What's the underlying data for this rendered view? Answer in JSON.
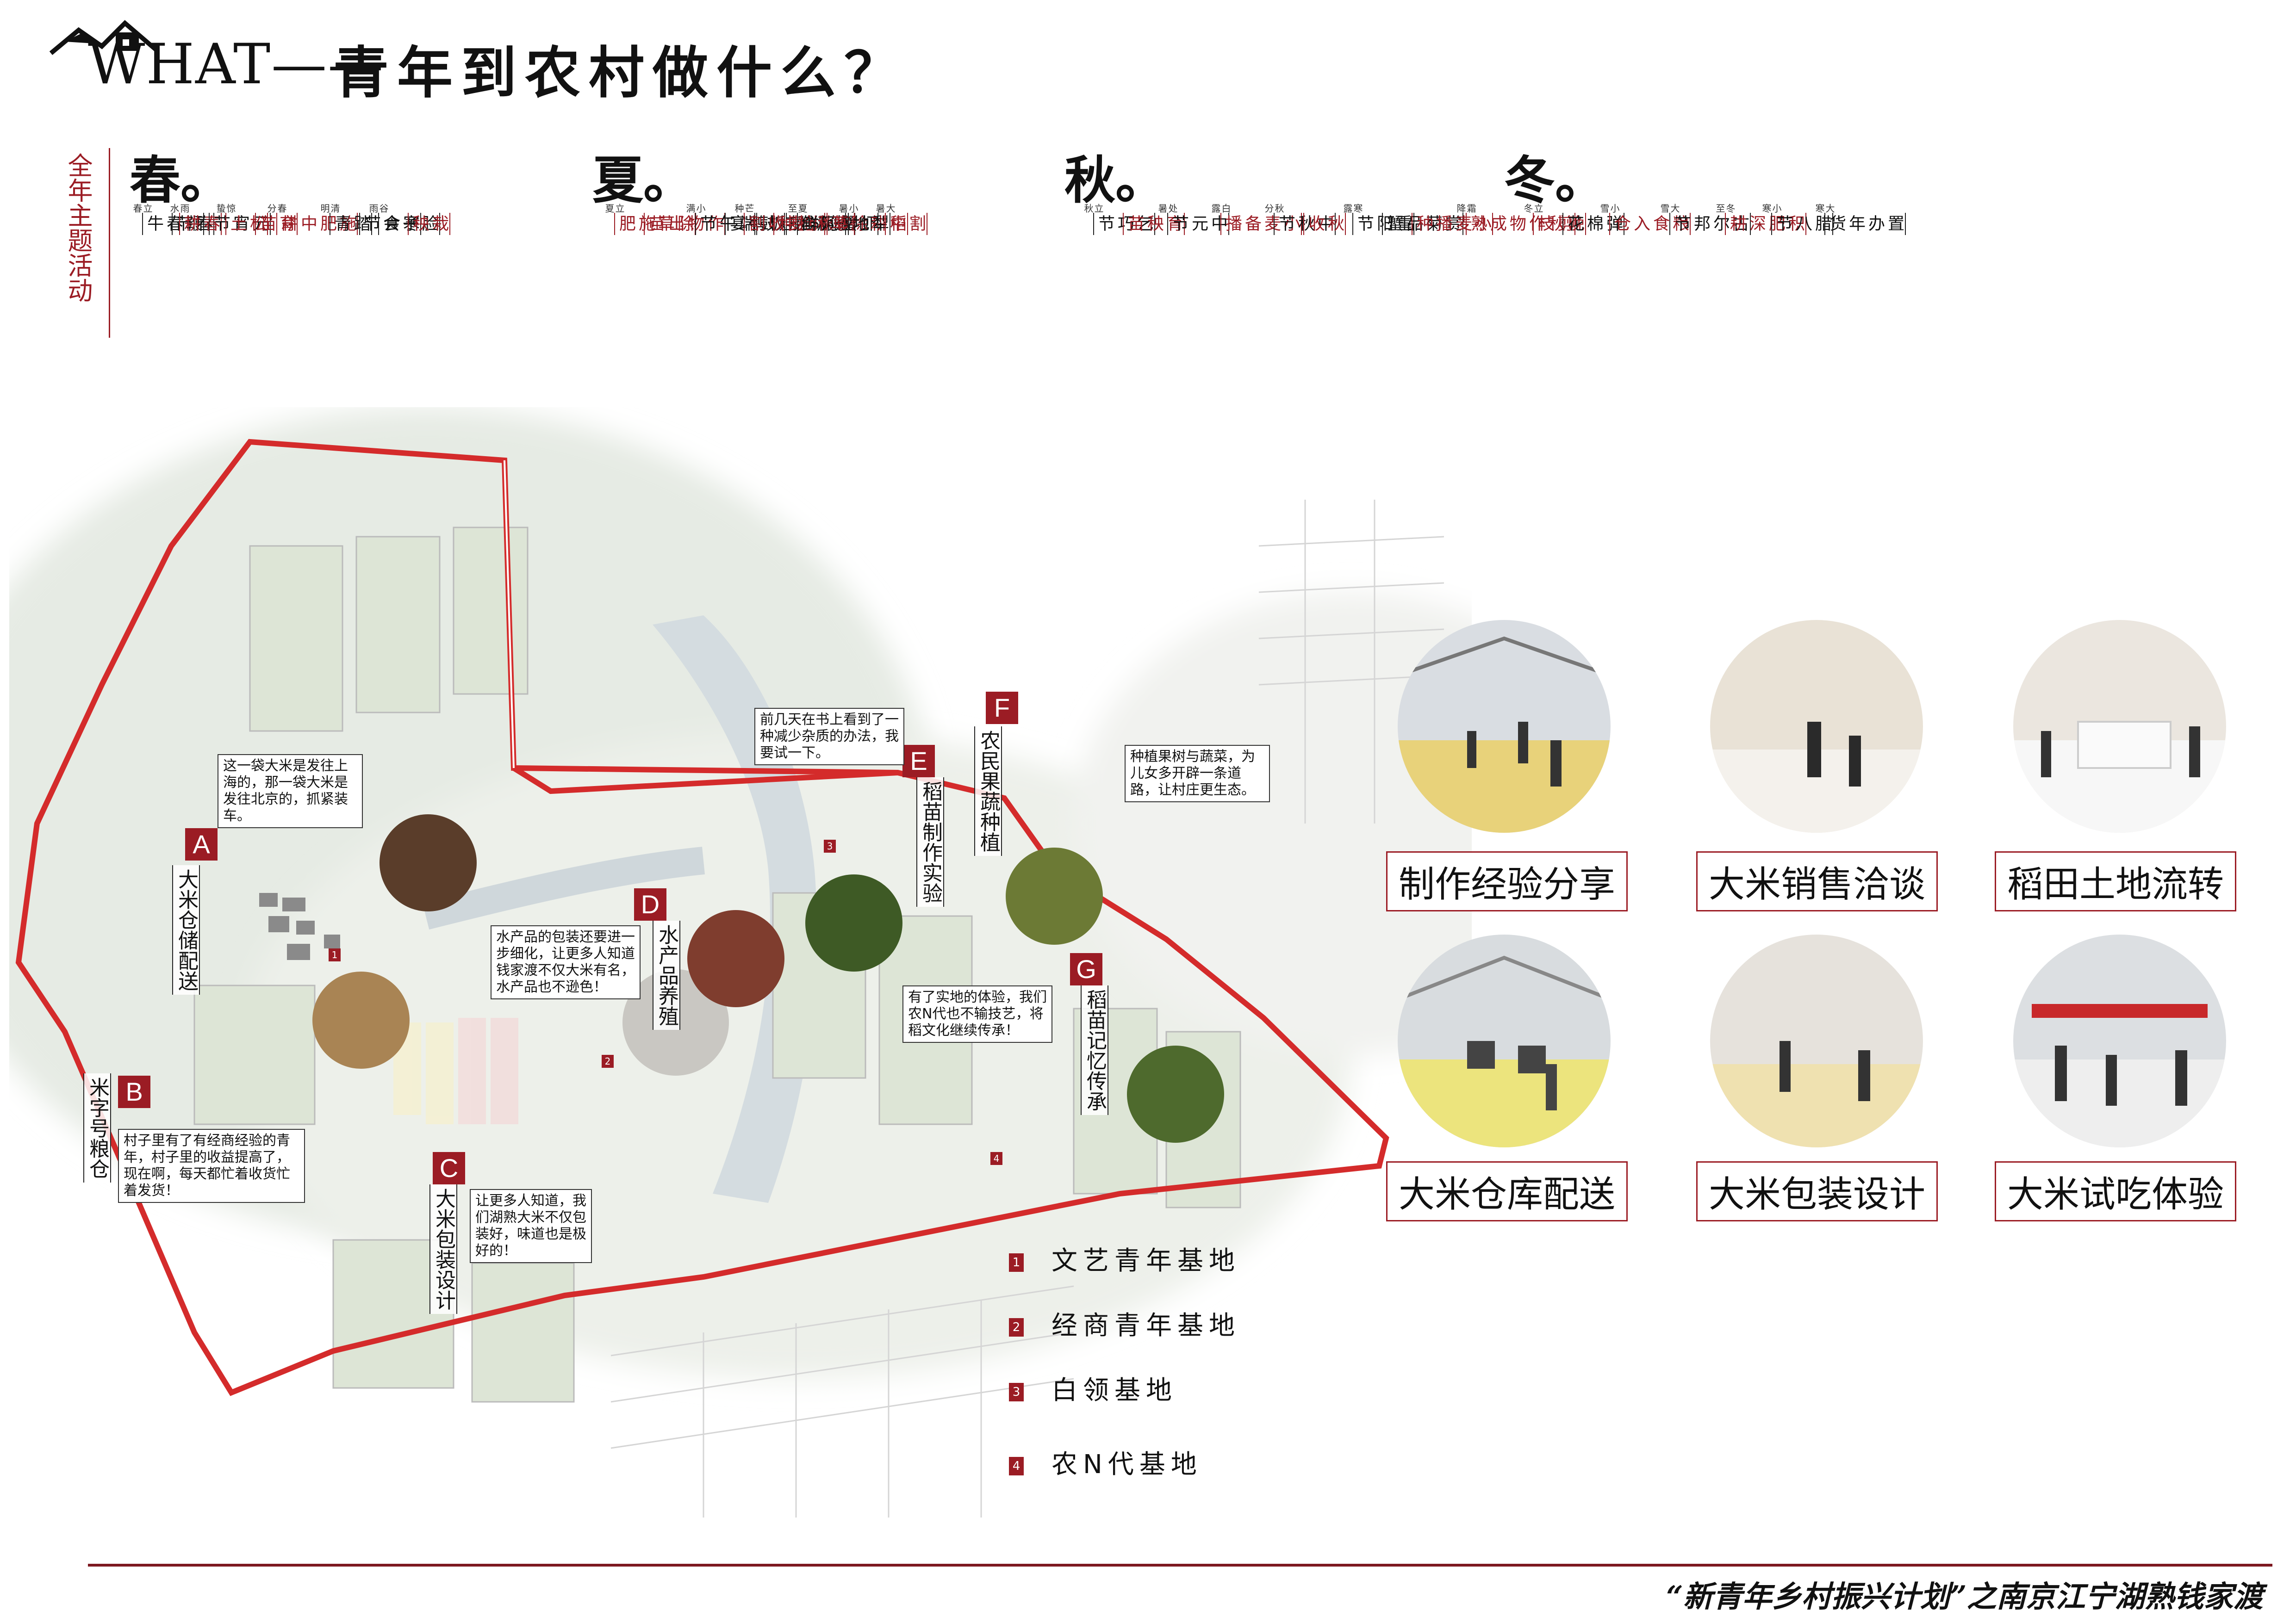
{
  "title": {
    "en": "WHAT——",
    "cn": "青年到农村做什么？"
  },
  "year_label": "全年主题活动",
  "seasons": [
    "春。",
    "夏。",
    "秋。",
    "冬。"
  ],
  "terms": [
    {
      "name": "立春",
      "acts": [
        {
          "t": "鞭春牛",
          "c": "black"
        },
        {
          "t": "春节",
          "c": "black"
        }
      ]
    },
    {
      "name": "雨水",
      "acts": [
        {
          "t": "春耕",
          "c": "red"
        },
        {
          "t": "元宵节",
          "c": "black"
        }
      ]
    },
    {
      "name": "惊蛰",
      "acts": [
        {
          "t": "松土",
          "c": "red"
        },
        {
          "t": "育苗",
          "c": "red"
        }
      ]
    },
    {
      "name": "春分",
      "acts": [
        {
          "t": "施肥中耕",
          "c": "red"
        }
      ]
    },
    {
      "name": "清明",
      "acts": [
        {
          "t": "踏青",
          "c": "black"
        },
        {
          "t": "寒食节",
          "c": "black"
        }
      ]
    },
    {
      "name": "谷雨",
      "acts": [
        {
          "t": "脸子会",
          "c": "black"
        },
        {
          "t": "栽秧",
          "c": "red"
        }
      ]
    },
    {
      "name": "立夏",
      "acts": [
        {
          "t": "除草施肥",
          "c": "red"
        },
        {
          "t": "作物出苗",
          "c": "red"
        }
      ]
    },
    {
      "name": "小满",
      "acts": [
        {
          "t": "端午节",
          "c": "black"
        },
        {
          "t": "板鸭宴",
          "c": "black"
        },
        {
          "t": "龙都娃娃鼓",
          "c": "black"
        },
        {
          "t": "荡湖船",
          "c": "black"
        }
      ]
    },
    {
      "name": "芒种",
      "acts": [
        {
          "t": "小麦收割",
          "c": "red"
        },
        {
          "t": "晚秋抢种",
          "c": "red"
        }
      ]
    },
    {
      "name": "夏至",
      "acts": [
        {
          "t": "虾蟹河鲜",
          "c": "black"
        },
        {
          "t": "中耕除草",
          "c": "red"
        }
      ]
    },
    {
      "name": "小暑",
      "acts": [
        {
          "t": "犁地",
          "c": "black"
        }
      ]
    },
    {
      "name": "大暑",
      "acts": [
        {
          "t": "割稻",
          "c": "red"
        }
      ]
    },
    {
      "name": "立秋",
      "acts": [
        {
          "t": "乞巧节",
          "c": "black"
        },
        {
          "t": "育秧苗",
          "c": "red"
        }
      ]
    },
    {
      "name": "处暑",
      "acts": [
        {
          "t": "中元节",
          "c": "black"
        }
      ]
    },
    {
      "name": "白露",
      "acts": [
        {
          "t": "小麦备播",
          "c": "red"
        }
      ]
    },
    {
      "name": "秋分",
      "acts": [
        {
          "t": "中秋节",
          "c": "black"
        },
        {
          "t": "秋收",
          "c": "red"
        }
      ]
    },
    {
      "name": "寒露",
      "acts": [
        {
          "t": "重阳节",
          "c": "black"
        },
        {
          "t": "赏菊品蟹",
          "c": "black"
        },
        {
          "t": "小麦播种",
          "c": "red"
        }
      ]
    },
    {
      "name": "霜降",
      "acts": [
        {
          "t": "晚秋作物成熟",
          "c": "red"
        }
      ]
    },
    {
      "name": "立冬",
      "acts": [
        {
          "t": "剪枝",
          "c": "red"
        },
        {
          "t": "弹棉花",
          "c": "black"
        }
      ]
    },
    {
      "name": "小雪",
      "acts": [
        {
          "t": "粮食入仓",
          "c": "red"
        }
      ]
    },
    {
      "name": "大雪",
      "acts": [
        {
          "t": "古尔邦节",
          "c": "black"
        }
      ]
    },
    {
      "name": "冬至",
      "acts": [
        {
          "t": "积肥深耕",
          "c": "red"
        }
      ]
    },
    {
      "name": "小寒",
      "acts": [
        {
          "t": "腊八节",
          "c": "black"
        }
      ]
    },
    {
      "name": "大寒",
      "acts": [
        {
          "t": "置办年货",
          "c": "black"
        }
      ]
    }
  ],
  "markers": {
    "A": {
      "letter": "A",
      "label": "大米仓储配送"
    },
    "B": {
      "letter": "B",
      "label": "米字号粮仓"
    },
    "C": {
      "letter": "C",
      "label": "大米包装设计"
    },
    "D": {
      "letter": "D",
      "label": "水产品养殖"
    },
    "E": {
      "letter": "E",
      "label": "稻苗制作实验"
    },
    "F": {
      "letter": "F",
      "label": "农民果蔬种植"
    },
    "G": {
      "letter": "G",
      "label": "稻苗记忆传承"
    }
  },
  "bubbles": {
    "a": "这一袋大米是发往上海的，那一袋大米是发往北京的，抓紧装车。",
    "b": "村子里有了有经商经验的青年，村子里的收益提高了，现在啊，每天都忙着收货忙着发货！",
    "c": "让更多人知道，我们湖熟大米不仅包装好，味道也是极好的！",
    "d": "水产品的包装还要进一步细化，让更多人知道钱家渡不仅大米有名，水产品也不逊色！",
    "e": "前几天在书上看到了一种减少杂质的办法，我要试一下。",
    "f": "种植果树与蔬菜，为儿女多开辟一条道路，让村庄更生态。",
    "g": "有了实地的体验，我们农N代也不输技艺，将稻文化继续传承！"
  },
  "num_tags": [
    "1",
    "2",
    "3",
    "4"
  ],
  "legend": [
    {
      "num": "1",
      "label": "文艺青年基地"
    },
    {
      "num": "2",
      "label": "经商青年基地"
    },
    {
      "num": "3",
      "label": "白领基地"
    },
    {
      "num": "4",
      "label": "农N代基地"
    }
  ],
  "photos": [
    {
      "caption": "制作经验分享"
    },
    {
      "caption": "大米销售洽谈"
    },
    {
      "caption": "稻田土地流转"
    },
    {
      "caption": "大米仓库配送"
    },
    {
      "caption": "大米包装设计"
    },
    {
      "caption": "大米试吃体验"
    }
  ],
  "footer": "“新青年乡村振兴计划”之南京江宁湖熟钱家渡",
  "colors": {
    "accent": "#9b1c24",
    "boundary": "#d42b2b",
    "map_bg": "#eef0ec",
    "field": "#dfe6d8"
  }
}
